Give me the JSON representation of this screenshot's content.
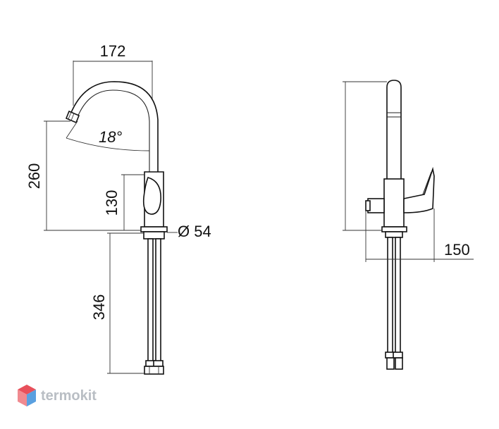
{
  "dimensions": {
    "width_top": "172",
    "height_total": "260",
    "spout_angle": "18°",
    "body_height": "130",
    "base_diameter": "Ø 54",
    "hose_length": "346",
    "depth": "150"
  },
  "brand": {
    "name": "termokit",
    "colors": {
      "logo_top": "#e8505b",
      "logo_side": "#5aa0e0",
      "text": "#b9bec4"
    }
  },
  "icons": {
    "logo": "hexagon-cube-icon"
  }
}
